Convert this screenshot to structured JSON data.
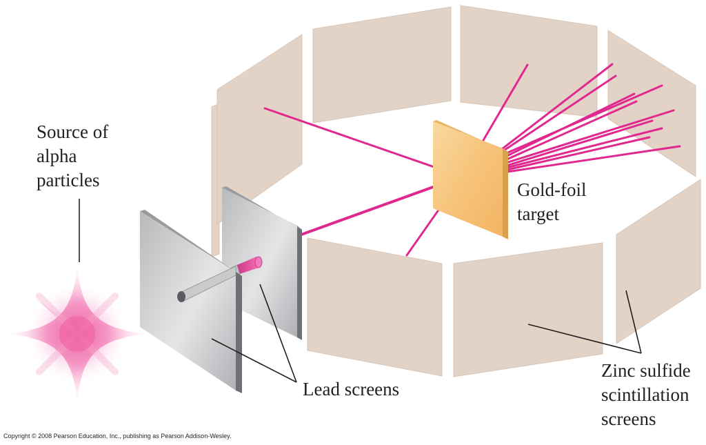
{
  "labels": {
    "source": [
      "Source of",
      "alpha",
      "particles"
    ],
    "gold_foil": [
      "Gold-foil",
      "target"
    ],
    "lead_screens": "Lead screens",
    "zinc_sulfide": [
      "Zinc sulfide",
      "scintillation",
      "screens"
    ]
  },
  "copyright": "Copyright © 2008 Pearson Education, Inc., publishing as Pearson Addison-Wesley.",
  "colors": {
    "screen_fill": "#e3d3c6",
    "screen_edge": "#c9b5a6",
    "ray": "#e0288f",
    "gold_front": "#f6c37a",
    "gold_edge": "#dba04a",
    "lead_front": "#c9cacc",
    "lead_edge": "#7d7e80",
    "source_glow": "#f06aa8",
    "label_text": "#231f20"
  },
  "icons": {
    "source": "alpha-source-star-icon"
  }
}
